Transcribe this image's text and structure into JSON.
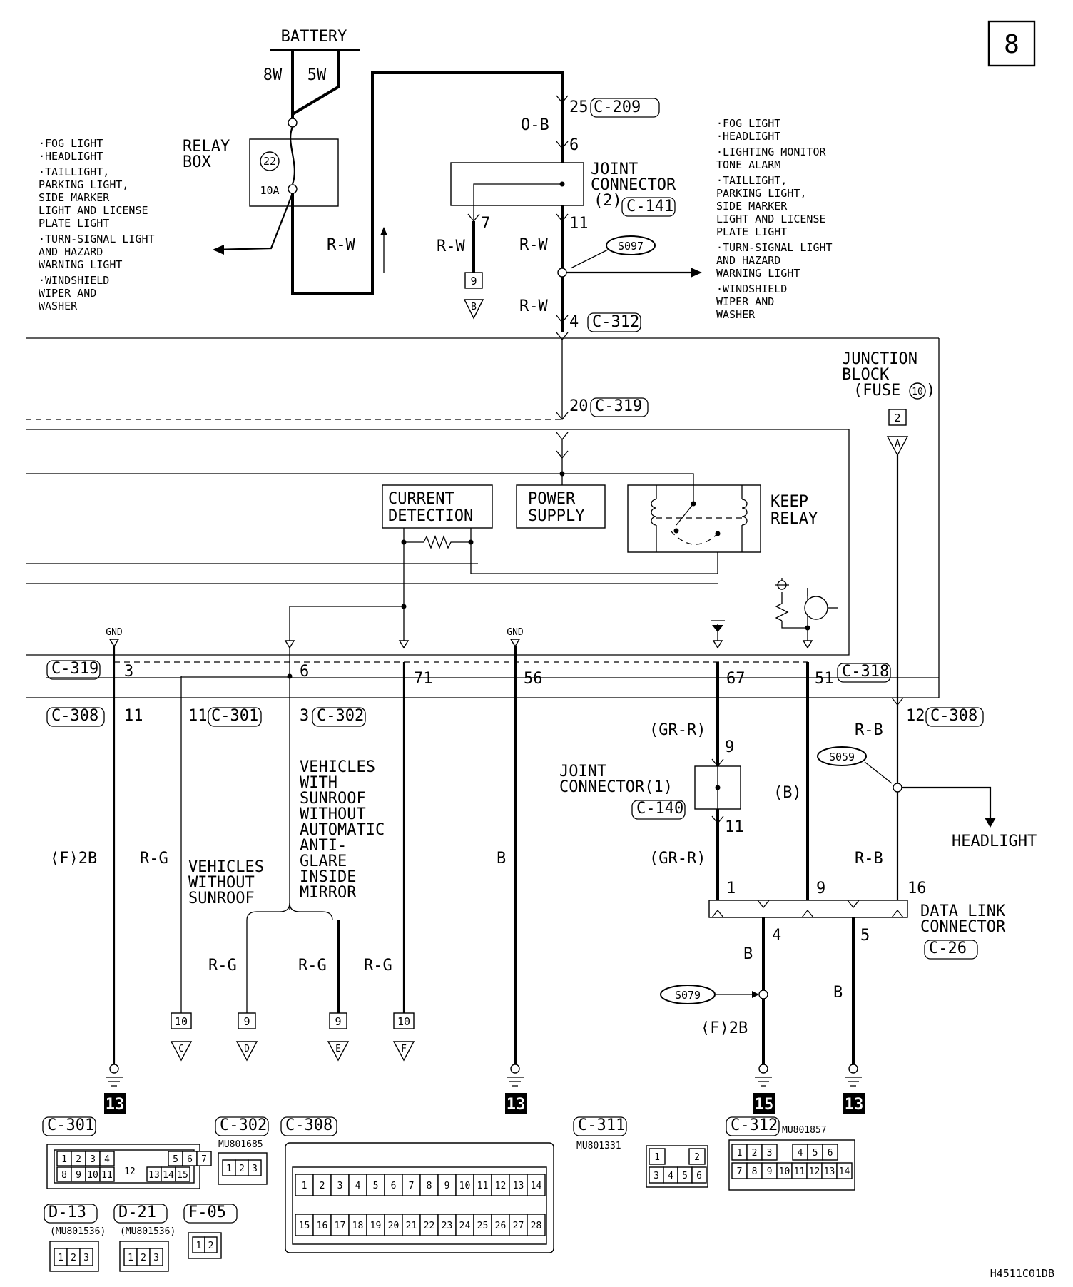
{
  "page_number": "8",
  "doc_code": "H4511C01DB",
  "battery": {
    "label": "BATTERY",
    "wire_left": "8W",
    "wire_right": "5W"
  },
  "relay_box": {
    "line1": "RELAY",
    "line2": "BOX",
    "fuse_no": "22",
    "fuse_rating": "10A"
  },
  "left_loads": [
    "·FOG LIGHT",
    "·HEADLIGHT",
    "·TAILLIGHT,",
    " PARKING LIGHT,",
    " SIDE MARKER",
    " LIGHT AND LICENSE",
    " PLATE LIGHT",
    "·TURN-SIGNAL LIGHT",
    " AND HAZARD",
    " WARNING LIGHT",
    "·WINDSHIELD",
    " WIPER AND",
    " WASHER"
  ],
  "right_loads": [
    "·FOG LIGHT",
    "·HEADLIGHT",
    "·LIGHTING MONITOR",
    " TONE ALARM",
    "·TAILLIGHT,",
    " PARKING LIGHT,",
    " SIDE MARKER",
    " LIGHT AND LICENSE",
    " PLATE LIGHT",
    "·TURN-SIGNAL LIGHT",
    " AND HAZARD",
    " WARNING LIGHT",
    "·WINDSHIELD",
    " WIPER AND",
    " WASHER"
  ],
  "joint2": {
    "line1": "JOINT",
    "line2": "CONNECTOR",
    "line3": "(2)",
    "conn": "C-141"
  },
  "joint1": {
    "line1": "JOINT",
    "line2": "CONNECTOR(1)",
    "conn": "C-140"
  },
  "junction": {
    "line1": "JUNCTION",
    "line2": "BLOCK",
    "line3": "(FUSE",
    "fuse": "10",
    "line3_end": ")",
    "pin": "2",
    "flag": "A"
  },
  "connectors": {
    "c209": "C-209",
    "c312": "C-312",
    "c319": "C-319",
    "c318": "C-318",
    "c308": "C-308",
    "c301": "C-301",
    "c302": "C-302",
    "c26": "C-26"
  },
  "pins": {
    "p25": "25",
    "p6": "6",
    "p7": "7",
    "p11": "11",
    "p4": "4",
    "p20": "20",
    "p3": "3",
    "p6b": "6",
    "p71": "71",
    "p56": "56",
    "p67": "67",
    "p51": "51",
    "p11a": "11",
    "p11b": "11",
    "p3b": "3",
    "p12": "12",
    "p9": "9",
    "p11c": "11",
    "p1": "1",
    "p9b": "9",
    "p16": "16",
    "p4b": "4",
    "p5": "5"
  },
  "wires": {
    "ob": "O-B",
    "rw1": "R-W",
    "rw2": "R-W",
    "rw3": "R-W",
    "rw4": "R-W",
    "f2b1": "⟨F⟩2B",
    "rg1": "R-G",
    "rg2": "R-G",
    "rg3": "R-G",
    "rg4": "R-G",
    "b1": "B",
    "grr1": "(GR-R)",
    "grr2": "(GR-R)",
    "bparen": "(B)",
    "rb1": "R-B",
    "rb2": "R-B",
    "b2": "B",
    "b3": "B",
    "f2b2": "⟨F⟩2B"
  },
  "splices": {
    "s097": "S097",
    "s059": "S059",
    "s079": "S079"
  },
  "blocks": {
    "current1": "CURRENT",
    "current2": "DETECTION",
    "power1": "POWER",
    "power2": "SUPPLY",
    "keep1": "KEEP",
    "keep2": "RELAY"
  },
  "gnd": {
    "g1": "GND",
    "g2": "GND"
  },
  "notes": {
    "nosun1": "VEHICLES",
    "nosun2": "WITHOUT",
    "nosun3": "SUNROOF",
    "sun": [
      "VEHICLES",
      "WITH",
      "SUNROOF",
      "WITHOUT",
      "AUTOMATIC",
      "ANTI-",
      "GLARE",
      "INSIDE",
      "MIRROR"
    ]
  },
  "headlight": "HEADLIGHT",
  "dlc": {
    "line1": "DATA LINK",
    "line2": "CONNECTOR",
    "conn": "C-26"
  },
  "refs": [
    {
      "pin": "9",
      "flag": "B"
    },
    {
      "pin": "10",
      "flag": "C"
    },
    {
      "pin": "9",
      "flag": "D"
    },
    {
      "pin": "9",
      "flag": "E"
    },
    {
      "pin": "10",
      "flag": "F"
    }
  ],
  "grounds": {
    "g13a": "13",
    "g13b": "13",
    "g15": "15",
    "g13c": "13"
  },
  "legend": {
    "c301": "C-301",
    "c302": "C-302",
    "c302_part": "MU801685",
    "c308": "C-308",
    "c311": "C-311",
    "c311_part": "MU801331",
    "c312": "C-312",
    "c312_part": "MU801857",
    "d13": "D-13",
    "d13_part": "(MU801536)",
    "d21": "D-21",
    "d21_part": "(MU801536)",
    "f05": "F-05",
    "c301_pins_top": [
      "1",
      "2",
      "3",
      "4",
      "5",
      "6",
      "7"
    ],
    "c301_pins_bottom": [
      "8",
      "9",
      "10",
      "11",
      "12",
      "13",
      "14",
      "15"
    ],
    "c302_pins": [
      "1",
      "2",
      "3"
    ],
    "c308_pins_top": [
      "1",
      "2",
      "3",
      "4",
      "5",
      "6",
      "7",
      "8",
      "9",
      "10",
      "11",
      "12",
      "13",
      "14"
    ],
    "c308_pins_bottom": [
      "15",
      "16",
      "17",
      "18",
      "19",
      "20",
      "21",
      "22",
      "23",
      "24",
      "25",
      "26",
      "27",
      "28"
    ],
    "c311_pins_top": [
      "1",
      "2"
    ],
    "c311_pins_bottom": [
      "3",
      "4",
      "5",
      "6"
    ],
    "c312_pins_top": [
      "1",
      "2",
      "3",
      "4",
      "5",
      "6"
    ],
    "c312_pins_bottom": [
      "7",
      "8",
      "9",
      "10",
      "11",
      "12",
      "13",
      "14"
    ],
    "d13_pins": [
      "1",
      "2",
      "3"
    ],
    "d21_pins": [
      "1",
      "2",
      "3"
    ],
    "f05_pins": [
      "1",
      "2"
    ]
  }
}
